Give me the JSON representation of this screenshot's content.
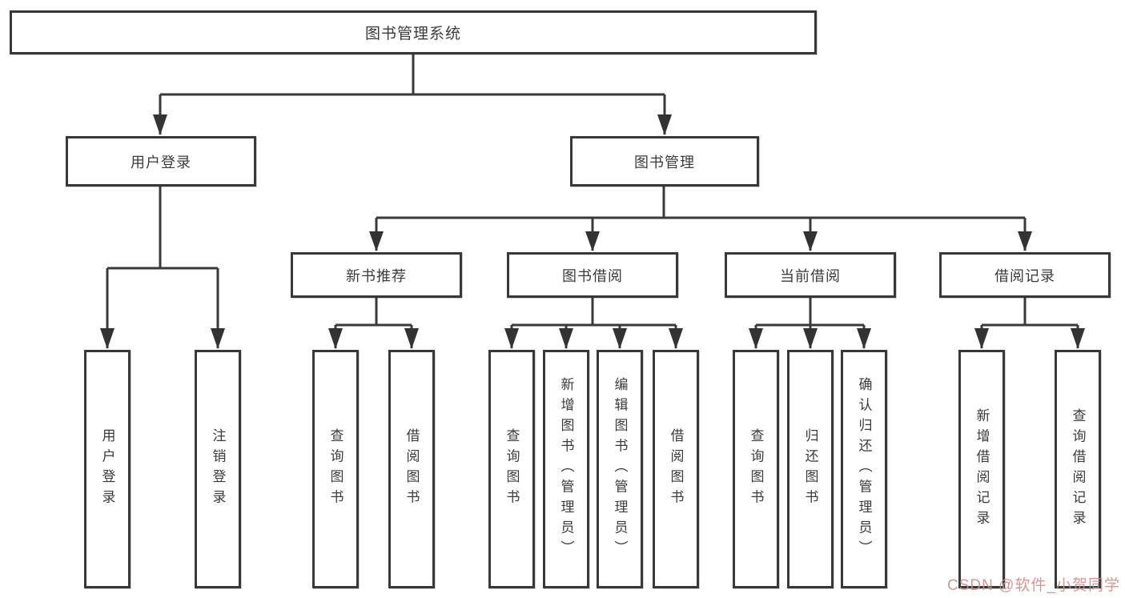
{
  "tree": {
    "label": "图书管理系统",
    "children": [
      {
        "label": "用户登录",
        "children": [
          {
            "label": "用户登录"
          },
          {
            "label": "注销登录"
          }
        ]
      },
      {
        "label": "图书管理",
        "children": [
          {
            "label": "新书推荐",
            "children": [
              {
                "label": "查询图书"
              },
              {
                "label": "借阅图书"
              }
            ]
          },
          {
            "label": "图书借阅",
            "children": [
              {
                "label": "查询图书"
              },
              {
                "label": "新增图书（管理员）"
              },
              {
                "label": "编辑图书（管理员）"
              },
              {
                "label": "借阅图书"
              }
            ]
          },
          {
            "label": "当前借阅",
            "children": [
              {
                "label": "查询图书"
              },
              {
                "label": "归还图书"
              },
              {
                "label": "确认归还（管理员）"
              }
            ]
          },
          {
            "label": "借阅记录",
            "children": [
              {
                "label": "新增借阅记录"
              },
              {
                "label": "查询借阅记录"
              }
            ]
          }
        ]
      }
    ]
  },
  "watermark": {
    "text": "CSDN @软件_小贺同学",
    "color": "#cf8d89"
  },
  "colors": {
    "line": "#3a3a3a",
    "box_border": "#383838",
    "text": "#3b3b3b",
    "background": "#ffffff"
  }
}
